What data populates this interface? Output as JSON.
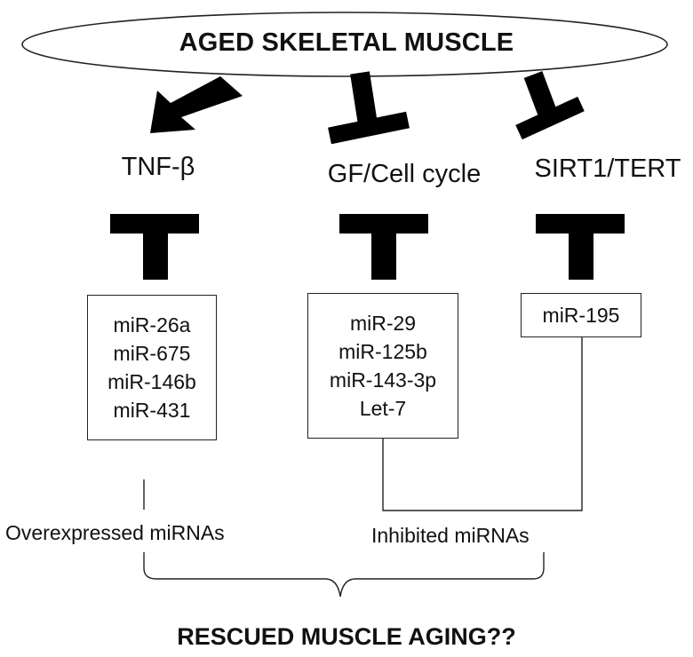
{
  "diagram": {
    "title": "AGED SKELETAL MUSCLE",
    "targets": [
      {
        "label": "TNF-β",
        "effect": "activation"
      },
      {
        "label": "GF/Cell cycle",
        "effect": "inhibition"
      },
      {
        "label": "SIRT1/TERT",
        "effect": "inhibition"
      }
    ],
    "mirna_groups": [
      {
        "items": [
          "miR-26a",
          "miR-675",
          "miR-146b",
          "miR-431"
        ]
      },
      {
        "items": [
          "miR-29",
          "miR-125b",
          "miR-143-3p",
          "Let-7"
        ]
      },
      {
        "items": [
          "miR-195"
        ]
      }
    ],
    "overexpressed_label": "Overexpressed miRNAs",
    "inhibited_label": "Inhibited miRNAs",
    "outcome": "RESCUED MUSCLE AGING??"
  }
}
